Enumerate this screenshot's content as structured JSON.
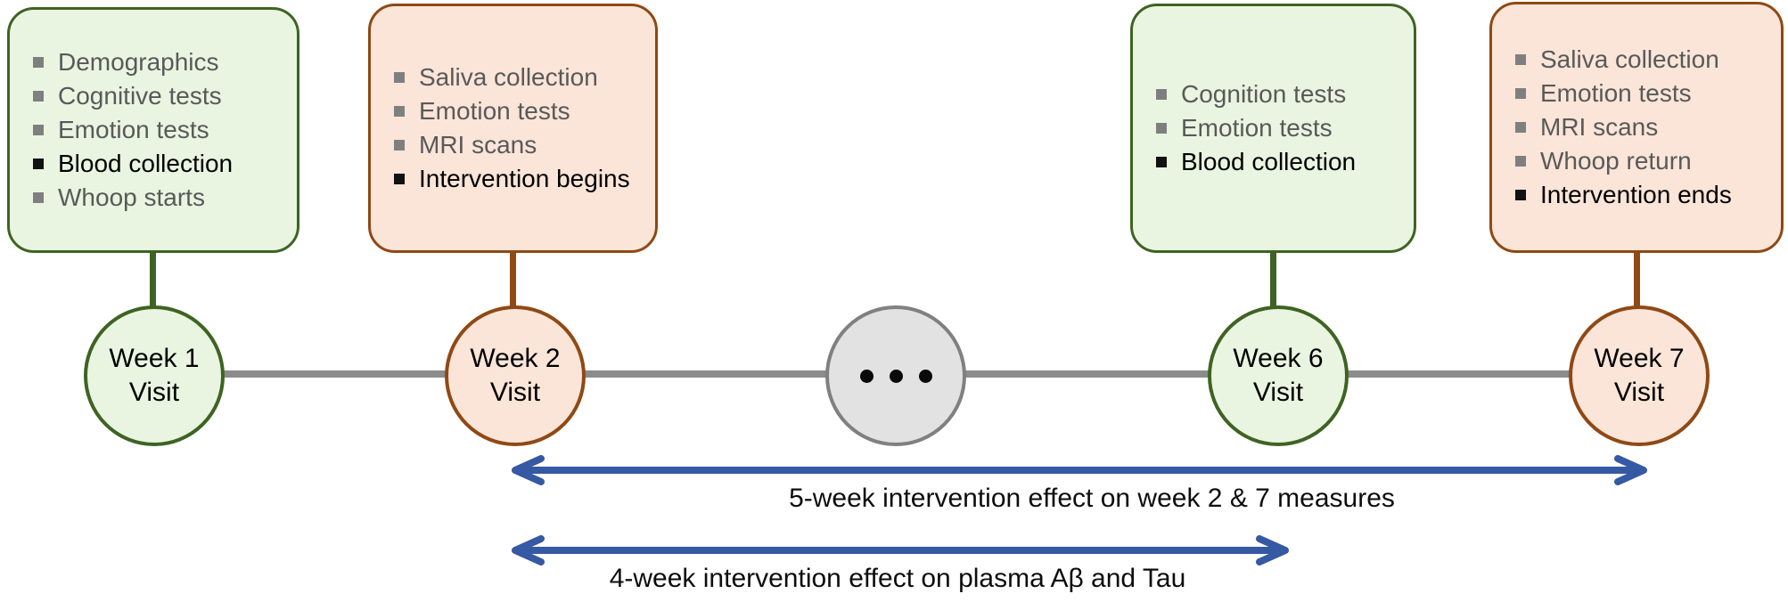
{
  "boxes": [
    {
      "variant": "green",
      "items": [
        {
          "label": "Demographics",
          "strong": false
        },
        {
          "label": "Cognitive tests",
          "strong": false
        },
        {
          "label": "Emotion tests",
          "strong": false
        },
        {
          "label": "Blood collection",
          "strong": true
        },
        {
          "label": "Whoop starts",
          "strong": false
        }
      ]
    },
    {
      "variant": "peach",
      "items": [
        {
          "label": "Saliva collection",
          "strong": false
        },
        {
          "label": "Emotion tests",
          "strong": false
        },
        {
          "label": "MRI scans",
          "strong": false
        },
        {
          "label": "Intervention begins",
          "strong": true
        }
      ]
    },
    {
      "variant": "green",
      "items": [
        {
          "label": "Cognition tests",
          "strong": false
        },
        {
          "label": "Emotion tests",
          "strong": false
        },
        {
          "label": "Blood collection",
          "strong": true
        }
      ]
    },
    {
      "variant": "peach",
      "items": [
        {
          "label": "Saliva collection",
          "strong": false
        },
        {
          "label": "Emotion tests",
          "strong": false
        },
        {
          "label": "MRI scans",
          "strong": false
        },
        {
          "label": "Whoop return",
          "strong": false
        },
        {
          "label": "Intervention ends",
          "strong": true
        }
      ]
    }
  ],
  "timeline": {
    "nodes": [
      {
        "line1": "Week 1",
        "line2": "Visit",
        "variant": "green"
      },
      {
        "line1": "Week 2",
        "line2": "Visit",
        "variant": "peach"
      },
      {
        "line1": "Week 6",
        "line2": "Visit",
        "variant": "green"
      },
      {
        "line1": "Week 7",
        "line2": "Visit",
        "variant": "peach"
      }
    ],
    "ellipsis_node": {
      "variant": "gray"
    }
  },
  "arrows": [
    {
      "label": "5-week intervention effect on week 2 & 7 measures"
    },
    {
      "label": "4-week intervention effect on plasma Aβ and Tau"
    }
  ],
  "colors": {
    "green_fill": "#e9f5e1",
    "green_border": "#3e6323",
    "peach_fill": "#fbe5d8",
    "peach_border": "#8f4915",
    "gray_fill": "#e2e2e2",
    "gray_border": "#808080",
    "timeline_gray": "#8c8c8c",
    "arrow_blue": "#3559a2",
    "muted_text": "#595959",
    "strong_text": "#000000"
  }
}
